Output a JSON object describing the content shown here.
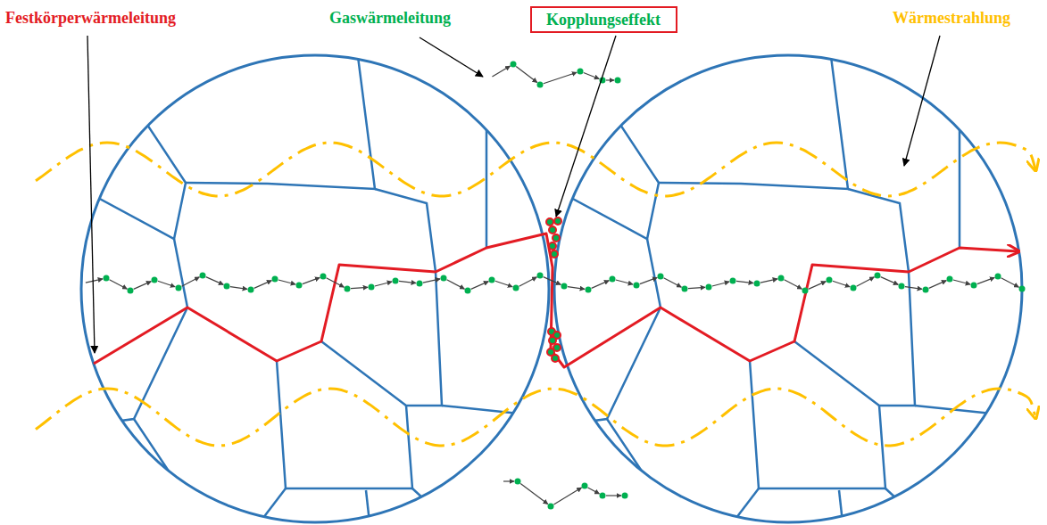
{
  "diagram": {
    "nodes": [
      {
        "text": [
          "Kopplungseffekt"
        ]
      }
    ],
    "labels": [
      "Festkörperwärmeleitung",
      "Gaswärmeleitung",
      "Wärmestrahlung"
    ]
  }
}
